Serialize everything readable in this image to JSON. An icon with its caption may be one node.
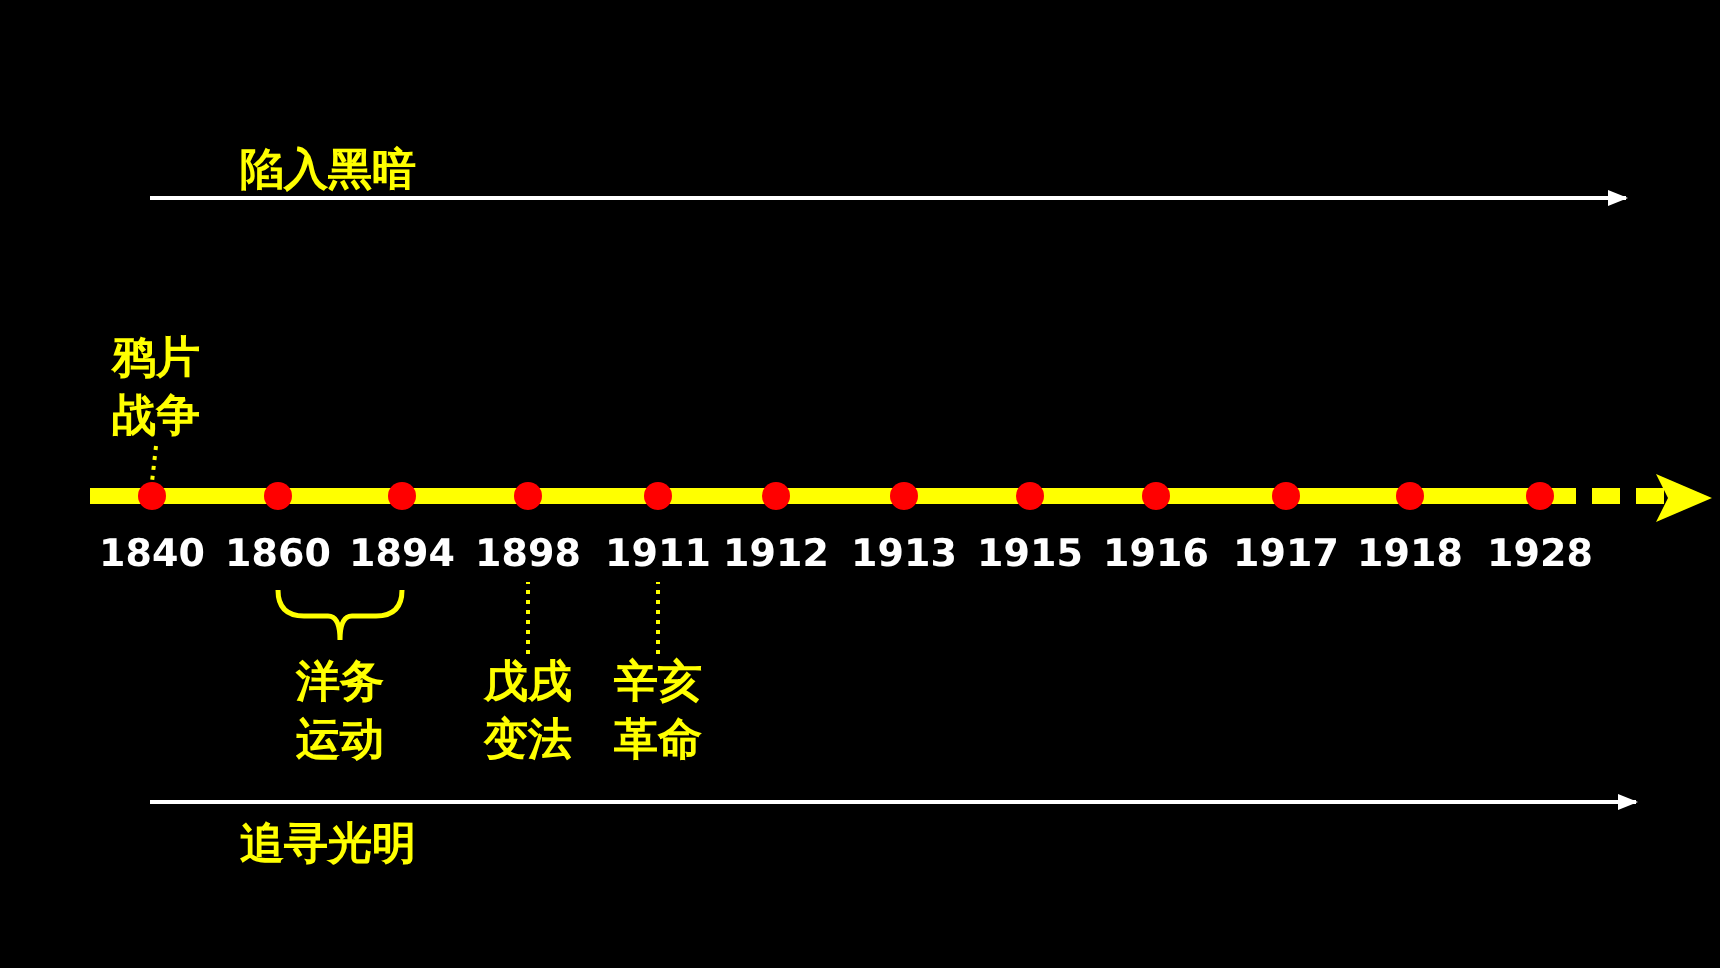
{
  "diagram": {
    "nodes": [
      {
        "text": [
          "鸦片战争"
        ]
      },
      {
        "text": [
          "1840"
        ]
      },
      {
        "text": [
          "1860"
        ]
      },
      {
        "text": [
          "1894"
        ]
      },
      {
        "text": [
          "1898"
        ]
      },
      {
        "text": [
          "1911"
        ]
      },
      {
        "text": [
          "1912"
        ]
      },
      {
        "text": [
          "1913"
        ]
      },
      {
        "text": [
          "1915"
        ]
      },
      {
        "text": [
          "1916"
        ]
      },
      {
        "text": [
          "1917"
        ]
      },
      {
        "text": [
          "1918"
        ]
      },
      {
        "text": [
          "1928"
        ]
      },
      {
        "text": [
          "洋务运动"
        ]
      },
      {
        "text": [
          "戊戌变法"
        ]
      },
      {
        "text": [
          "辛亥革命"
        ]
      }
    ],
    "edges": [
      {
        "from": 0,
        "to": 1,
        "arrow": "none",
        "style": "dashed"
      },
      {
        "from": 14,
        "to": 4,
        "arrow": "none",
        "style": "dashed"
      },
      {
        "from": 15,
        "to": 5,
        "arrow": "none",
        "style": "dashed"
      }
    ],
    "labels": [
      "陷入黑暗",
      "追寻光明"
    ]
  }
}
